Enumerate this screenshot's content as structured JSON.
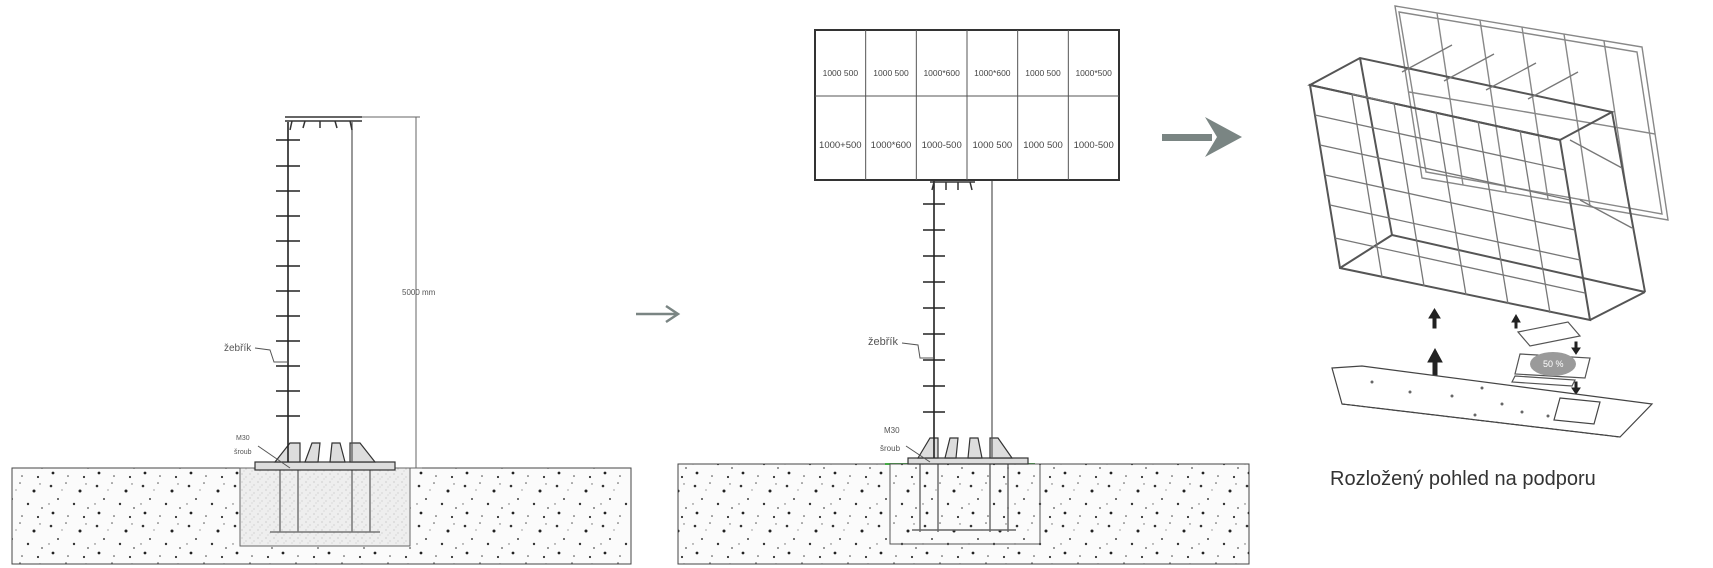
{
  "panel1": {
    "dimension_label": "5000 mm",
    "ladder_label": "žebřík",
    "bolt_label": "M30",
    "screw_label": "šroub"
  },
  "panel2": {
    "row1": [
      "1000 500",
      "1000 500",
      "1000*600",
      "1000*600",
      "1000 500",
      "1000*500"
    ],
    "row2": [
      "1000+500",
      "1000*600",
      "1000-500",
      "1000 500",
      "1000 500",
      "1000-500"
    ],
    "ladder_label": "žebřík",
    "bolt_label": "M30",
    "screw_label": "šroub"
  },
  "panel3": {
    "badge_label": "50 %",
    "caption": "Rozložený pohled na podporu"
  },
  "colors": {
    "line": "#555555",
    "arrow": "#7a8583",
    "ground_line": "#44aa44"
  }
}
